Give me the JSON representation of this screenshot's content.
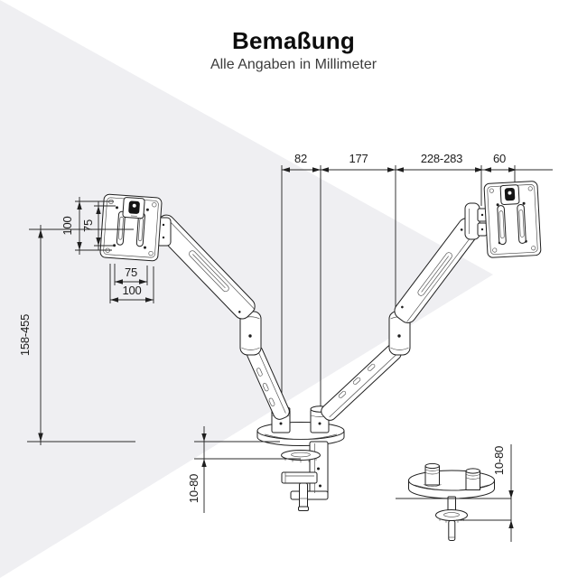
{
  "header": {
    "title": "Bemaßung",
    "subtitle": "Alle Angaben in Millimeter"
  },
  "dimensions": {
    "top": {
      "arm_offset": "82",
      "lower_arm_reach": "177",
      "upper_arm_reach": "228-283",
      "vesa_offset": "60"
    },
    "vesa": {
      "vertical_outer": "100",
      "vertical_inner": "75",
      "horizontal_inner": "75",
      "horizontal_outer": "100"
    },
    "height_range": "158-455",
    "clamp_thickness_range": "10-80",
    "grommet_thickness_range": "10-80"
  },
  "colors": {
    "background": "#ffffff",
    "watermark": "#efeff2",
    "line": "#1f1f1f"
  }
}
